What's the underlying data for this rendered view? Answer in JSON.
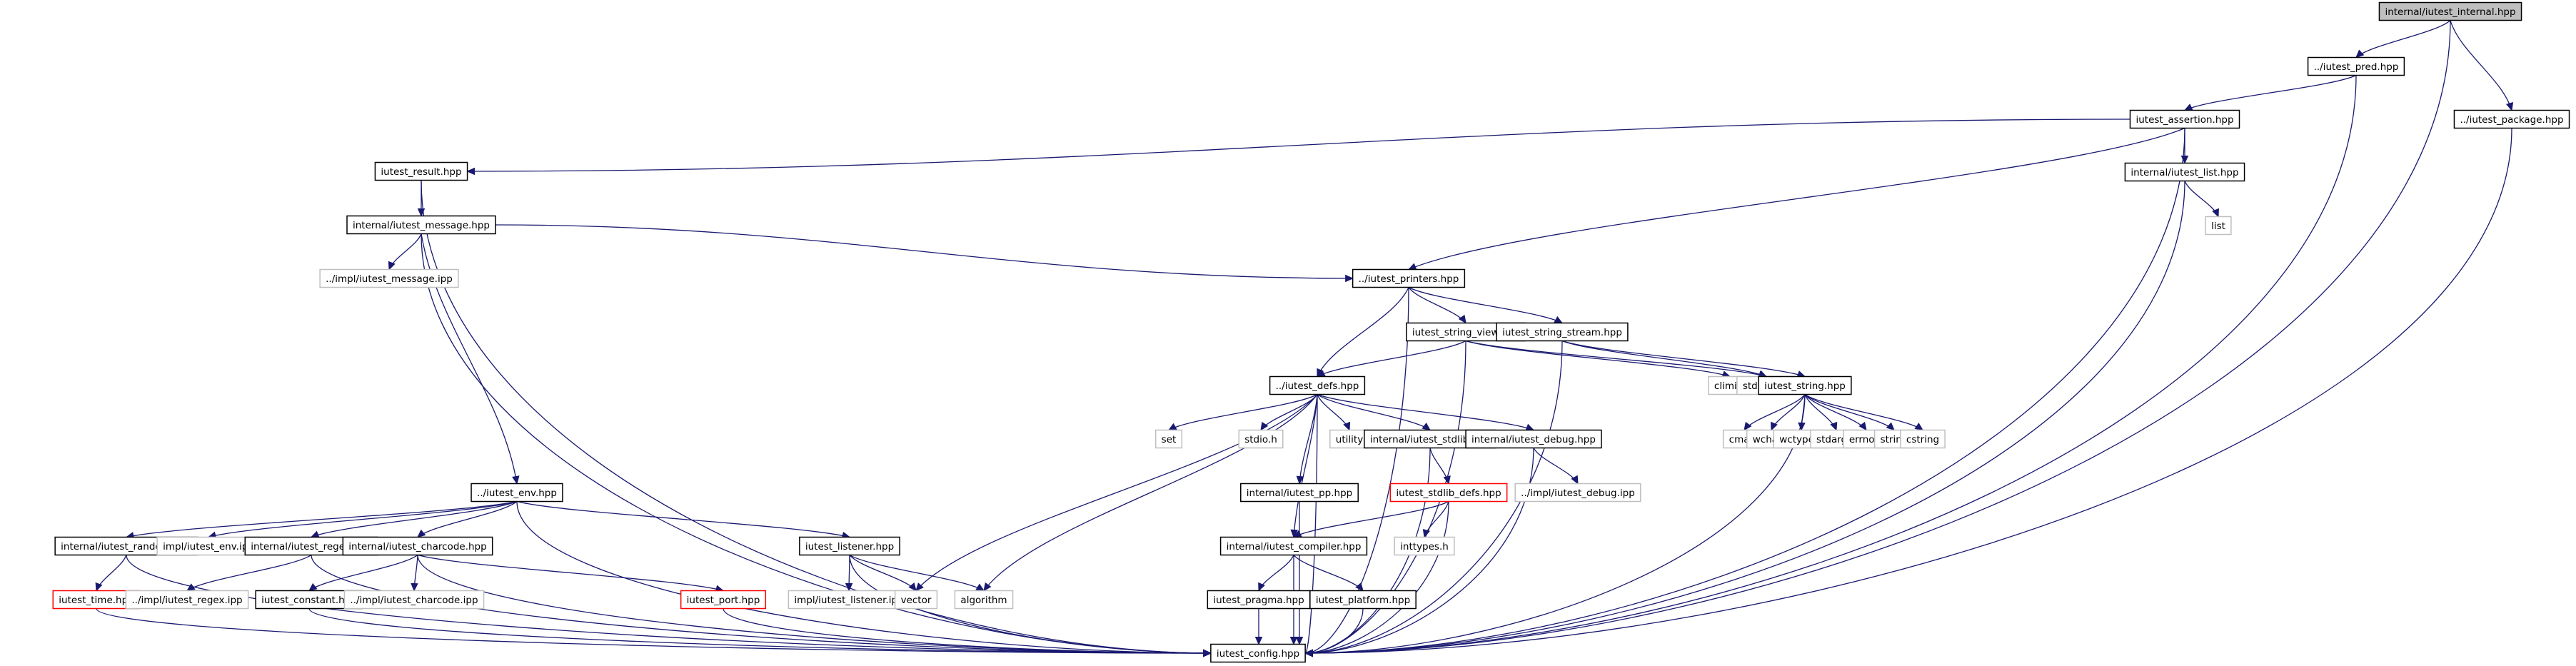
{
  "title": "internal/iutest_internal.hpp include dependency graph",
  "colors": {
    "edge": "#191970",
    "node_border": "#000000",
    "root_fill": "#bfbfbf",
    "system_border": "#bfbfbf",
    "missing_border": "#ff0000"
  },
  "nodes": [
    {
      "id": "internal",
      "label": "internal/iutest_internal.hpp",
      "kind": "root"
    },
    {
      "id": "pred",
      "label": "../iutest_pred.hpp",
      "kind": "file"
    },
    {
      "id": "package",
      "label": "../iutest_package.hpp",
      "kind": "file"
    },
    {
      "id": "assertion",
      "label": "iutest_assertion.hpp",
      "kind": "file"
    },
    {
      "id": "result",
      "label": "iutest_result.hpp",
      "kind": "file"
    },
    {
      "id": "list_hpp",
      "label": "internal/iutest_list.hpp",
      "kind": "file"
    },
    {
      "id": "message",
      "label": "internal/iutest_message.hpp",
      "kind": "file"
    },
    {
      "id": "list",
      "label": "list",
      "kind": "system"
    },
    {
      "id": "printers",
      "label": "../iutest_printers.hpp",
      "kind": "file"
    },
    {
      "id": "message_ipp",
      "label": "../impl/iutest_message.ipp",
      "kind": "system"
    },
    {
      "id": "string_view",
      "label": "iutest_string_view.hpp",
      "kind": "file"
    },
    {
      "id": "string_stream",
      "label": "iutest_string_stream.hpp",
      "kind": "file"
    },
    {
      "id": "defs",
      "label": "../iutest_defs.hpp",
      "kind": "file"
    },
    {
      "id": "climits",
      "label": "climits",
      "kind": "system"
    },
    {
      "id": "stdexcept",
      "label": "stdexcept",
      "kind": "system"
    },
    {
      "id": "string_hpp",
      "label": "iutest_string.hpp",
      "kind": "file"
    },
    {
      "id": "set",
      "label": "set",
      "kind": "system"
    },
    {
      "id": "stdio",
      "label": "stdio.h",
      "kind": "system"
    },
    {
      "id": "utility",
      "label": "utility",
      "kind": "system"
    },
    {
      "id": "stdlib",
      "label": "internal/iutest_stdlib.hpp",
      "kind": "file"
    },
    {
      "id": "debug",
      "label": "internal/iutest_debug.hpp",
      "kind": "file"
    },
    {
      "id": "cmath",
      "label": "cmath",
      "kind": "system"
    },
    {
      "id": "wchar",
      "label": "wchar.h",
      "kind": "system"
    },
    {
      "id": "wctype",
      "label": "wctype.h",
      "kind": "system"
    },
    {
      "id": "stdarg",
      "label": "stdarg.h",
      "kind": "system"
    },
    {
      "id": "errno",
      "label": "errno.h",
      "kind": "system"
    },
    {
      "id": "string",
      "label": "string",
      "kind": "system"
    },
    {
      "id": "cstring",
      "label": "cstring",
      "kind": "system"
    },
    {
      "id": "env",
      "label": "../iutest_env.hpp",
      "kind": "file"
    },
    {
      "id": "pp",
      "label": "internal/iutest_pp.hpp",
      "kind": "file"
    },
    {
      "id": "stdlib_defs",
      "label": "iutest_stdlib_defs.hpp",
      "kind": "missing"
    },
    {
      "id": "debug_ipp",
      "label": "../impl/iutest_debug.ipp",
      "kind": "system"
    },
    {
      "id": "random",
      "label": "internal/iutest_random.hpp",
      "kind": "file"
    },
    {
      "id": "env_ipp",
      "label": "impl/iutest_env.ipp",
      "kind": "system"
    },
    {
      "id": "regex",
      "label": "internal/iutest_regex.hpp",
      "kind": "file"
    },
    {
      "id": "charcode",
      "label": "internal/iutest_charcode.hpp",
      "kind": "file"
    },
    {
      "id": "listener",
      "label": "iutest_listener.hpp",
      "kind": "file"
    },
    {
      "id": "compiler",
      "label": "internal/iutest_compiler.hpp",
      "kind": "file"
    },
    {
      "id": "inttypes",
      "label": "inttypes.h",
      "kind": "system"
    },
    {
      "id": "time",
      "label": "iutest_time.hpp",
      "kind": "missing"
    },
    {
      "id": "regex_ipp",
      "label": "../impl/iutest_regex.ipp",
      "kind": "system"
    },
    {
      "id": "constant",
      "label": "iutest_constant.hpp",
      "kind": "file"
    },
    {
      "id": "charcode_ipp",
      "label": "../impl/iutest_charcode.ipp",
      "kind": "system"
    },
    {
      "id": "port",
      "label": "iutest_port.hpp",
      "kind": "missing"
    },
    {
      "id": "listener_ipp",
      "label": "impl/iutest_listener.ipp",
      "kind": "system"
    },
    {
      "id": "vector",
      "label": "vector",
      "kind": "system"
    },
    {
      "id": "algorithm",
      "label": "algorithm",
      "kind": "system"
    },
    {
      "id": "pragma",
      "label": "iutest_pragma.hpp",
      "kind": "file"
    },
    {
      "id": "platform",
      "label": "iutest_platform.hpp",
      "kind": "file"
    },
    {
      "id": "config",
      "label": "iutest_config.hpp",
      "kind": "file"
    }
  ],
  "edges": [
    [
      "internal",
      "pred"
    ],
    [
      "internal",
      "package"
    ],
    [
      "internal",
      "config"
    ],
    [
      "pred",
      "assertion"
    ],
    [
      "pred",
      "config"
    ],
    [
      "package",
      "config"
    ],
    [
      "assertion",
      "result"
    ],
    [
      "assertion",
      "list_hpp"
    ],
    [
      "assertion",
      "printers"
    ],
    [
      "assertion",
      "config"
    ],
    [
      "result",
      "message"
    ],
    [
      "result",
      "config"
    ],
    [
      "list_hpp",
      "list"
    ],
    [
      "list_hpp",
      "config"
    ],
    [
      "message",
      "message_ipp"
    ],
    [
      "message",
      "printers"
    ],
    [
      "message",
      "env"
    ],
    [
      "message",
      "config"
    ],
    [
      "printers",
      "defs"
    ],
    [
      "printers",
      "string_view"
    ],
    [
      "printers",
      "string_stream"
    ],
    [
      "printers",
      "config"
    ],
    [
      "string_view",
      "defs"
    ],
    [
      "string_view",
      "climits"
    ],
    [
      "string_view",
      "stdexcept"
    ],
    [
      "string_view",
      "config"
    ],
    [
      "string_stream",
      "stdexcept"
    ],
    [
      "string_stream",
      "string_hpp"
    ],
    [
      "string_stream",
      "config"
    ],
    [
      "string_hpp",
      "cmath"
    ],
    [
      "string_hpp",
      "wchar"
    ],
    [
      "string_hpp",
      "wctype"
    ],
    [
      "string_hpp",
      "stdarg"
    ],
    [
      "string_hpp",
      "errno"
    ],
    [
      "string_hpp",
      "string"
    ],
    [
      "string_hpp",
      "cstring"
    ],
    [
      "string_hpp",
      "config"
    ],
    [
      "defs",
      "set"
    ],
    [
      "defs",
      "stdio"
    ],
    [
      "defs",
      "utility"
    ],
    [
      "defs",
      "stdlib"
    ],
    [
      "defs",
      "debug"
    ],
    [
      "defs",
      "pp"
    ],
    [
      "defs",
      "compiler"
    ],
    [
      "defs",
      "vector"
    ],
    [
      "defs",
      "algorithm"
    ],
    [
      "defs",
      "config"
    ],
    [
      "stdlib",
      "stdlib_defs"
    ],
    [
      "stdlib",
      "config"
    ],
    [
      "debug",
      "debug_ipp"
    ],
    [
      "debug",
      "config"
    ],
    [
      "stdlib_defs",
      "compiler"
    ],
    [
      "stdlib_defs",
      "inttypes"
    ],
    [
      "stdlib_defs",
      "config"
    ],
    [
      "pp",
      "config"
    ],
    [
      "env",
      "random"
    ],
    [
      "env",
      "env_ipp"
    ],
    [
      "env",
      "regex"
    ],
    [
      "env",
      "charcode"
    ],
    [
      "env",
      "listener"
    ],
    [
      "env",
      "config"
    ],
    [
      "random",
      "time"
    ],
    [
      "random",
      "config"
    ],
    [
      "regex",
      "regex_ipp"
    ],
    [
      "regex",
      "config"
    ],
    [
      "charcode",
      "constant"
    ],
    [
      "charcode",
      "charcode_ipp"
    ],
    [
      "charcode",
      "port"
    ],
    [
      "charcode",
      "config"
    ],
    [
      "listener",
      "listener_ipp"
    ],
    [
      "listener",
      "vector"
    ],
    [
      "listener",
      "algorithm"
    ],
    [
      "listener",
      "config"
    ],
    [
      "compiler",
      "pragma"
    ],
    [
      "compiler",
      "platform"
    ],
    [
      "compiler",
      "config"
    ],
    [
      "time",
      "config"
    ],
    [
      "constant",
      "config"
    ],
    [
      "port",
      "config"
    ],
    [
      "pragma",
      "config"
    ],
    [
      "platform",
      "config"
    ]
  ]
}
